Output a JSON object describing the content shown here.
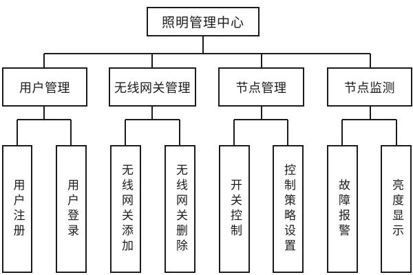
{
  "diagram": {
    "title": "照明管理中心",
    "root": {
      "label": "照明管理中心"
    },
    "branches": [
      {
        "label": "用户管理",
        "children": [
          {
            "label": "用户注册"
          },
          {
            "label": "用户登录"
          }
        ]
      },
      {
        "label": "无线网关管理",
        "children": [
          {
            "label": "无线网关添加"
          },
          {
            "label": "无线网关删除"
          }
        ]
      },
      {
        "label": "节点管理",
        "children": [
          {
            "label": "开关控制"
          },
          {
            "label": "控制策略设置"
          }
        ]
      },
      {
        "label": "节点监测",
        "children": [
          {
            "label": "故障报警"
          },
          {
            "label": "亮度显示"
          }
        ]
      }
    ],
    "colors": {
      "stroke": "#1b1b1b",
      "fill": "#ffffff",
      "text": "#1a1a1a"
    }
  }
}
